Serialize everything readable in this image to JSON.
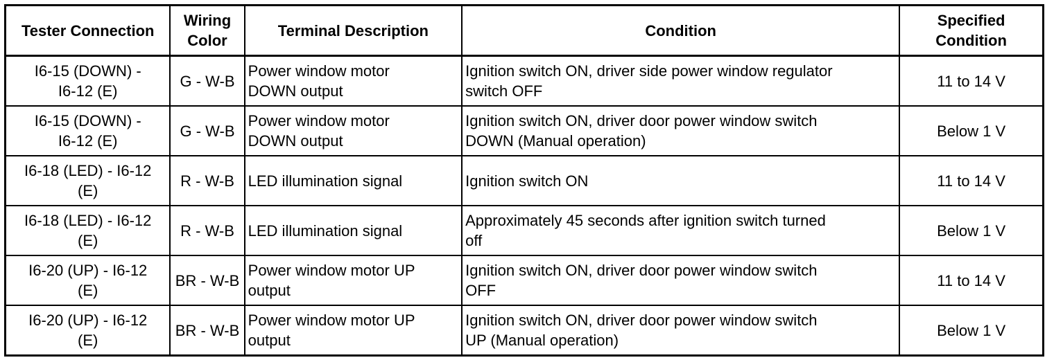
{
  "table": {
    "headers": {
      "tester_connection": "Tester Connection",
      "wiring_color_line1": "Wiring",
      "wiring_color_line2": "Color",
      "terminal_description": "Terminal Description",
      "condition": "Condition",
      "specified_condition_line1": "Specified",
      "specified_condition_line2": "Condition"
    },
    "rows": [
      {
        "tester_line1": "I6-15 (DOWN) -",
        "tester_line2": "I6-12 (E)",
        "wiring": "G - W-B",
        "desc_line1": "Power window motor",
        "desc_line2": "DOWN output",
        "cond_line1": "Ignition switch ON, driver side power window regulator",
        "cond_line2": "switch OFF",
        "spec": "11 to 14 V"
      },
      {
        "tester_line1": "I6-15 (DOWN) -",
        "tester_line2": "I6-12 (E)",
        "wiring": "G - W-B",
        "desc_line1": "Power window motor",
        "desc_line2": "DOWN output",
        "cond_line1": "Ignition switch ON, driver door power window switch",
        "cond_line2": "DOWN (Manual operation)",
        "spec": "Below 1 V"
      },
      {
        "tester_line1": "I6-18 (LED) - I6-12",
        "tester_line2": "(E)",
        "wiring": "R - W-B",
        "desc_line1": "LED illumination signal",
        "desc_line2": "",
        "cond_line1": "Ignition switch ON",
        "cond_line2": "",
        "spec": "11 to 14 V"
      },
      {
        "tester_line1": "I6-18 (LED) - I6-12",
        "tester_line2": "(E)",
        "wiring": "R - W-B",
        "desc_line1": "LED illumination signal",
        "desc_line2": "",
        "cond_line1": "Approximately 45 seconds after ignition switch turned",
        "cond_line2": "off",
        "spec": "Below 1 V"
      },
      {
        "tester_line1": "I6-20 (UP) - I6-12",
        "tester_line2": "(E)",
        "wiring": "BR - W-B",
        "desc_line1": "Power window motor UP",
        "desc_line2": "output",
        "cond_line1": "Ignition switch ON, driver door power window switch",
        "cond_line2": "OFF",
        "spec": "11 to 14 V"
      },
      {
        "tester_line1": "I6-20 (UP) - I6-12",
        "tester_line2": "(E)",
        "wiring": "BR - W-B",
        "desc_line1": "Power window motor UP",
        "desc_line2": "output",
        "cond_line1": "Ignition switch ON, driver door power window switch",
        "cond_line2": "UP (Manual operation)",
        "spec": "Below 1 V"
      }
    ]
  }
}
